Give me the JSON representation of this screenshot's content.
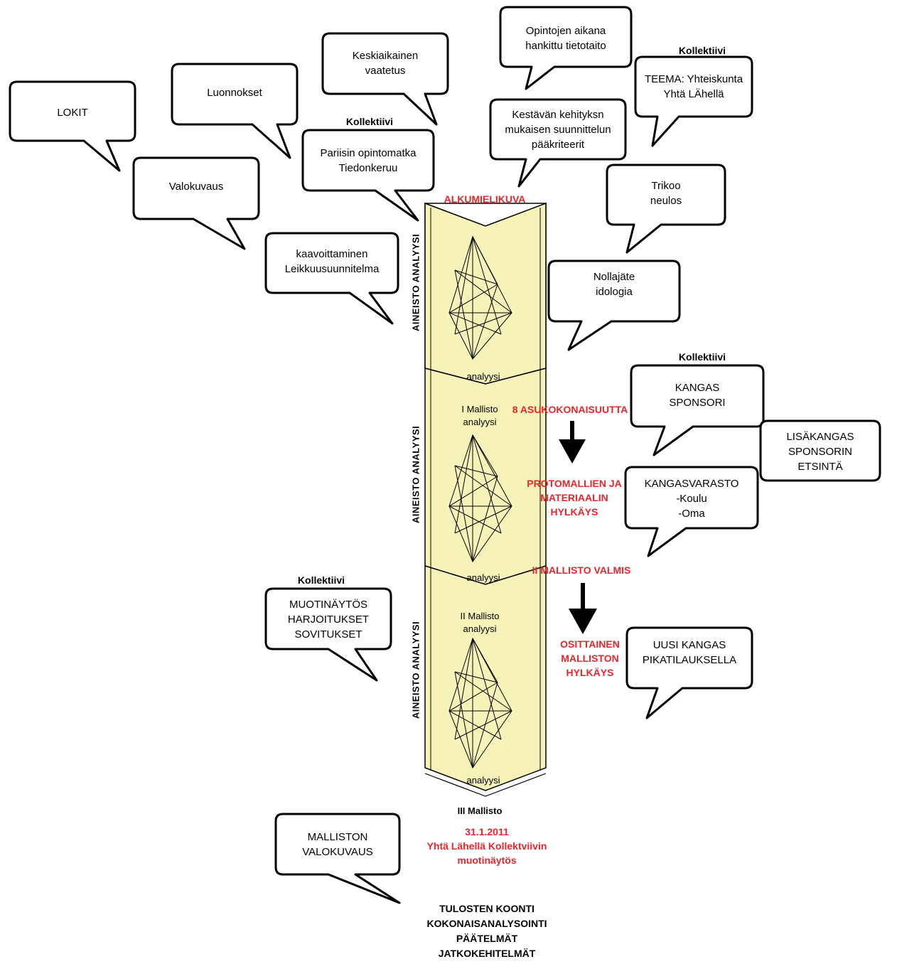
{
  "bubbles": [
    {
      "id": "lokit",
      "text": "LOKIT"
    },
    {
      "id": "luonnokset",
      "text": "Luonnokset"
    },
    {
      "id": "keskiaikainen",
      "text": "Keskiaikainen\nvaatetus"
    },
    {
      "id": "opintojen",
      "text": "Opintojen aikana\nhankittu tietotaito"
    },
    {
      "id": "teema",
      "text": "TEEMA: Yhteiskunta\nYhtä LÄhellä"
    },
    {
      "id": "kestavan",
      "text": "Kestävän kehityksn\nmukaisen suunnittelun\npääkriteerit"
    },
    {
      "id": "pariisin",
      "text": "Pariisin opintomatka\nTiedonkeruu"
    },
    {
      "id": "valokuvaus",
      "text": "Valokuvaus"
    },
    {
      "id": "trikoo",
      "text": "Trikoo\nneulos"
    },
    {
      "id": "kaavoittaminen",
      "text": "kaavoittaminen\nLeikkuusuunnitelma"
    },
    {
      "id": "nollajate",
      "text": "Nollajäte\nidologia"
    },
    {
      "id": "kangas",
      "text": "KANGAS\nSPONSORI"
    },
    {
      "id": "lisakangas",
      "text": "LISÄKANGAS\nSPONSORIN\nETSINTÄ"
    },
    {
      "id": "kangasvarasto",
      "text": "KANGASVARASTO\n-Koulu\n-Oma"
    },
    {
      "id": "muotinaytos",
      "text": "MUOTINÄYTÖS\nHARJOITUKSET\nSOVITUKSET"
    },
    {
      "id": "uusikangas",
      "text": "UUSI KANGAS\nPIKATILAUKSELLA"
    },
    {
      "id": "malliston",
      "text": "MALLISTON\nVALOKUVAUS"
    }
  ],
  "kollektiivi_label": "Kollektiivi",
  "column": {
    "vertical_label": "AINEISTO ANALYYSI",
    "analyysi": "analyysi",
    "mallisto_1": "I Mallisto\nanalyysi",
    "mallisto_2": "II Mallisto\nanalyysi",
    "mallisto_3": "III Mallisto"
  },
  "red_labels": {
    "alkumielikuva": "ALKUMIELIKUVA",
    "asukokonaisuutta": "8 ASUKOKONAISUUTTA",
    "protomallien": "PROTOMALLIEN JA\nMATERIAALIN\nHYLKÄYS",
    "mallisto_valmis": "II MALLISTO VALMIS",
    "osittainen": "OSITTAINEN\nMALLISTON\nHYLKÄYS",
    "date_event": "31.1.2011\nYhtä Lähellä Kollektviivin\nmuotinäytös"
  },
  "final_text": "TULOSTEN KOONTI\nKOKONAISANALYSOINTI\nPÄÄTELMÄT\nJATKOKEHITELMÄT",
  "colors": {
    "column_fill": "#f7f3b8",
    "red": "#e8262b",
    "stroke": "#000000"
  }
}
